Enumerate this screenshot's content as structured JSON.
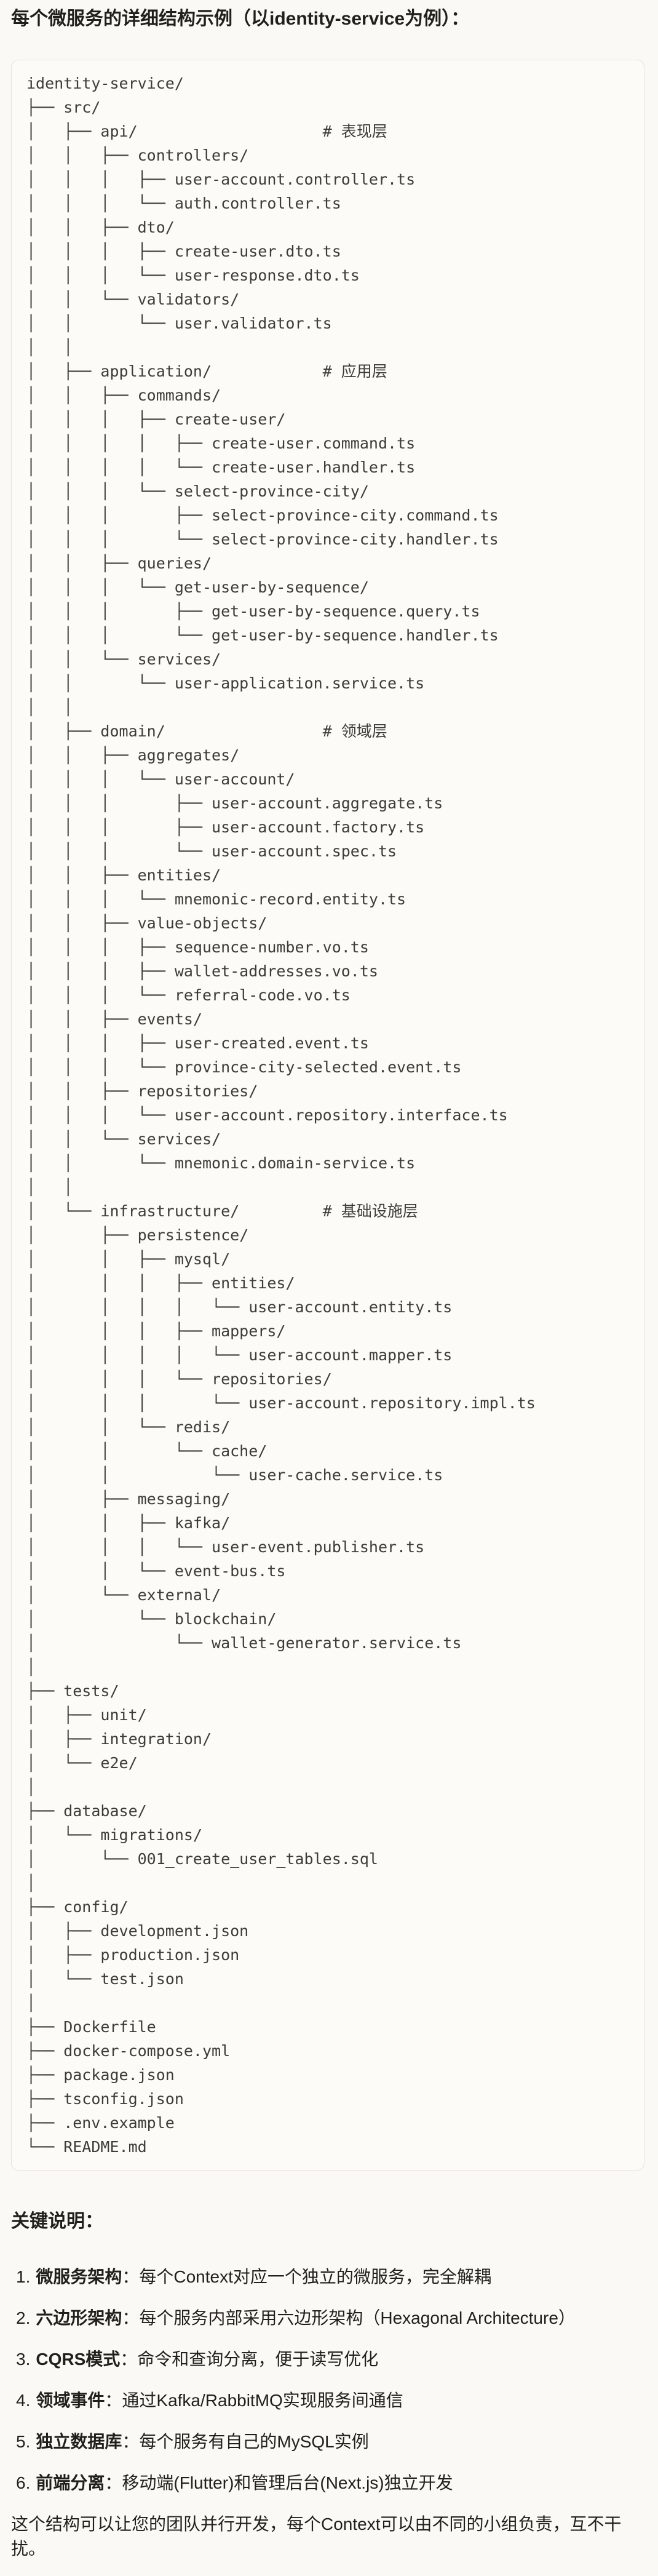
{
  "theme": {
    "page_bg": "#FAF9F5",
    "code_bg": "#FCFBF8",
    "code_border": "#E7E4DB",
    "text": "#211F1C",
    "code_text": "#3E3C37"
  },
  "page": {
    "heading": "每个微服务的详细结构示例（以identity-service为例）："
  },
  "code_block": {
    "lines": [
      "identity-service/",
      "├── src/",
      "│   ├── api/                    # 表现层",
      "│   │   ├── controllers/",
      "│   │   │   ├── user-account.controller.ts",
      "│   │   │   └── auth.controller.ts",
      "│   │   ├── dto/",
      "│   │   │   ├── create-user.dto.ts",
      "│   │   │   └── user-response.dto.ts",
      "│   │   └── validators/",
      "│   │       └── user.validator.ts",
      "│   │",
      "│   ├── application/            # 应用层",
      "│   │   ├── commands/",
      "│   │   │   ├── create-user/",
      "│   │   │   │   ├── create-user.command.ts",
      "│   │   │   │   └── create-user.handler.ts",
      "│   │   │   └── select-province-city/",
      "│   │   │       ├── select-province-city.command.ts",
      "│   │   │       └── select-province-city.handler.ts",
      "│   │   ├── queries/",
      "│   │   │   └── get-user-by-sequence/",
      "│   │   │       ├── get-user-by-sequence.query.ts",
      "│   │   │       └── get-user-by-sequence.handler.ts",
      "│   │   └── services/",
      "│   │       └── user-application.service.ts",
      "│   │",
      "│   ├── domain/                 # 领域层",
      "│   │   ├── aggregates/",
      "│   │   │   └── user-account/",
      "│   │   │       ├── user-account.aggregate.ts",
      "│   │   │       ├── user-account.factory.ts",
      "│   │   │       └── user-account.spec.ts",
      "│   │   ├── entities/",
      "│   │   │   └── mnemonic-record.entity.ts",
      "│   │   ├── value-objects/",
      "│   │   │   ├── sequence-number.vo.ts",
      "│   │   │   ├── wallet-addresses.vo.ts",
      "│   │   │   └── referral-code.vo.ts",
      "│   │   ├── events/",
      "│   │   │   ├── user-created.event.ts",
      "│   │   │   └── province-city-selected.event.ts",
      "│   │   ├── repositories/",
      "│   │   │   └── user-account.repository.interface.ts",
      "│   │   └── services/",
      "│   │       └── mnemonic.domain-service.ts",
      "│   │",
      "│   └── infrastructure/         # 基础设施层",
      "│       ├── persistence/",
      "│       │   ├── mysql/",
      "│       │   │   ├── entities/",
      "│       │   │   │   └── user-account.entity.ts",
      "│       │   │   ├── mappers/",
      "│       │   │   │   └── user-account.mapper.ts",
      "│       │   │   └── repositories/",
      "│       │   │       └── user-account.repository.impl.ts",
      "│       │   └── redis/",
      "│       │       └── cache/",
      "│       │           └── user-cache.service.ts",
      "│       ├── messaging/",
      "│       │   ├── kafka/",
      "│       │   │   └── user-event.publisher.ts",
      "│       │   └── event-bus.ts",
      "│       └── external/",
      "│           └── blockchain/",
      "│               └── wallet-generator.service.ts",
      "│",
      "├── tests/",
      "│   ├── unit/",
      "│   ├── integration/",
      "│   └── e2e/",
      "│",
      "├── database/",
      "│   └── migrations/",
      "│       └── 001_create_user_tables.sql",
      "│",
      "├── config/",
      "│   ├── development.json",
      "│   ├── production.json",
      "│   └── test.json",
      "│",
      "├── Dockerfile",
      "├── docker-compose.yml",
      "├── package.json",
      "├── tsconfig.json",
      "├── .env.example",
      "└── README.md"
    ]
  },
  "key_notes": {
    "heading": "关键说明：",
    "separator": "：",
    "items": [
      {
        "num": "1.",
        "term": "微服务架构",
        "desc": "每个Context对应一个独立的微服务，完全解耦"
      },
      {
        "num": "2.",
        "term": "六边形架构",
        "desc": "每个服务内部采用六边形架构（Hexagonal Architecture）"
      },
      {
        "num": "3.",
        "term": "CQRS模式",
        "desc": "命令和查询分离，便于读写优化"
      },
      {
        "num": "4.",
        "term": "领域事件",
        "desc": "通过Kafka/RabbitMQ实现服务间通信"
      },
      {
        "num": "5.",
        "term": "独立数据库",
        "desc": "每个服务有自己的MySQL实例"
      },
      {
        "num": "6.",
        "term": "前端分离",
        "desc": "移动端(Flutter)和管理后台(Next.js)独立开发"
      }
    ]
  },
  "footer": {
    "text": "这个结构可以让您的团队并行开发，每个Context可以由不同的小组负责，互不干扰。"
  }
}
